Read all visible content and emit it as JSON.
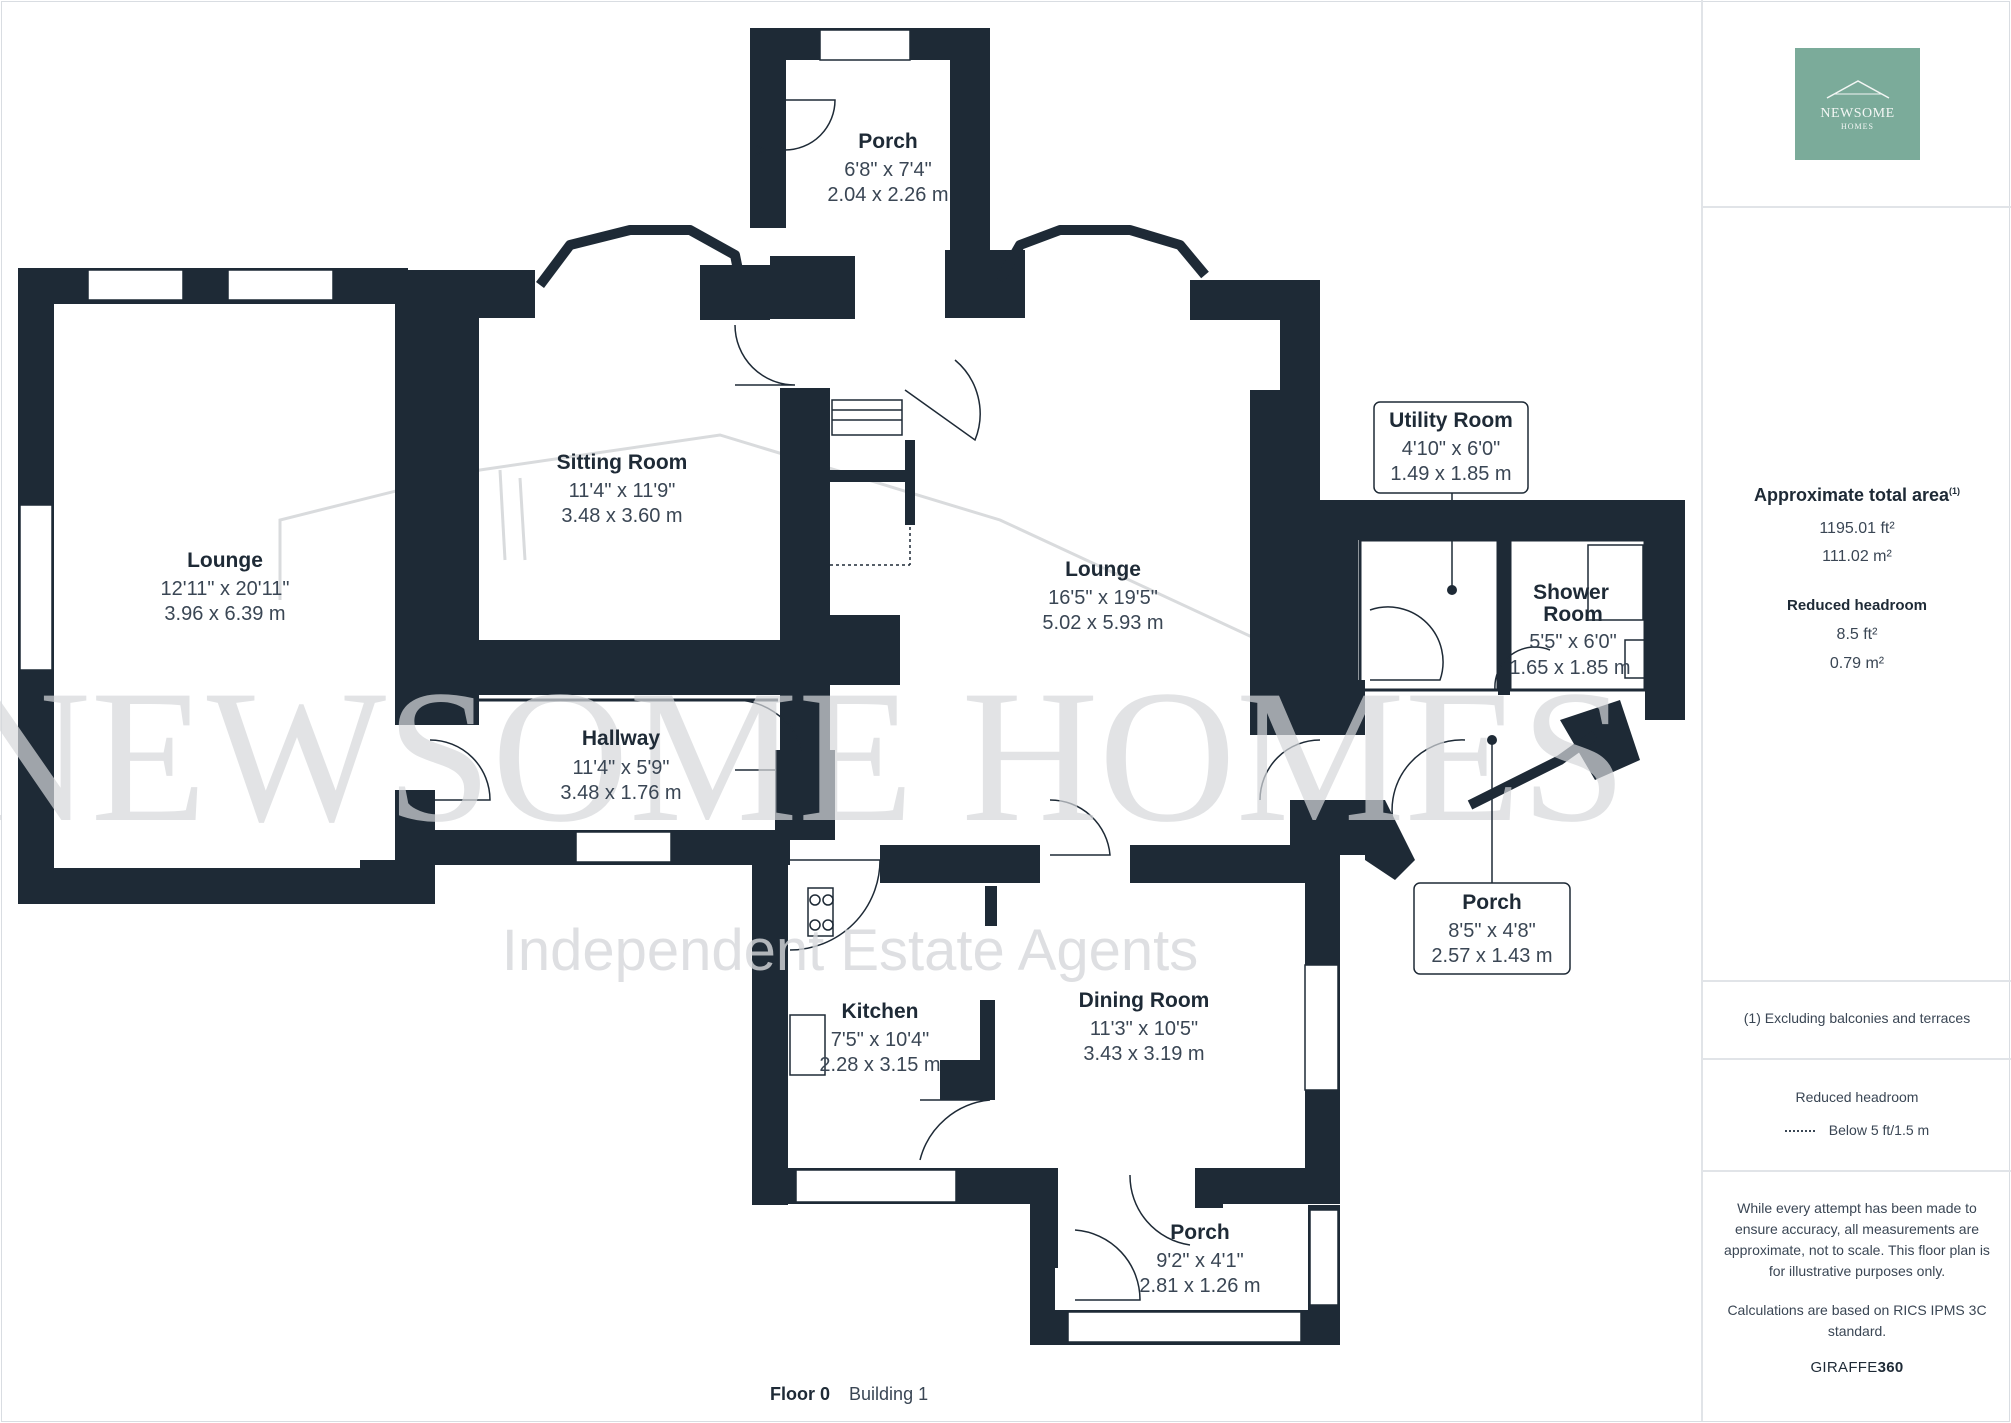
{
  "brand": {
    "name": "NEWSOME",
    "sub": "HOMES",
    "watermark_main": "NEWSOME HOMES",
    "watermark_sub": "Independent Estate Agents",
    "accent_color": "#7bab9a"
  },
  "rooms": [
    {
      "name": "Porch",
      "imperial": "6'8\" x 7'4\"",
      "metric": "2.04 x 2.26 m"
    },
    {
      "name": "Sitting Room",
      "imperial": "11'4\" x 11'9\"",
      "metric": "3.48 x 3.60 m"
    },
    {
      "name": "Lounge",
      "imperial": "12'11\" x 20'11\"",
      "metric": "3.96 x 6.39 m"
    },
    {
      "name": "Lounge",
      "imperial": "16'5\" x 19'5\"",
      "metric": "5.02 x 5.93 m"
    },
    {
      "name": "Utility Room",
      "imperial": "4'10\" x 6'0\"",
      "metric": "1.49 x 1.85 m"
    },
    {
      "name": "Shower",
      "name2": "Room",
      "imperial": "5'5\" x 6'0\"",
      "metric": "1.65 x 1.85 m"
    },
    {
      "name": "Hallway",
      "imperial": "11'4\" x 5'9\"",
      "metric": "3.48 x 1.76 m"
    },
    {
      "name": "Porch",
      "imperial": "8'5\" x 4'8\"",
      "metric": "2.57 x 1.43 m"
    },
    {
      "name": "Kitchen",
      "imperial": "7'5\" x 10'4\"",
      "metric": "2.28 x 3.15 m"
    },
    {
      "name": "Dining Room",
      "imperial": "11'3\" x 10'5\"",
      "metric": "3.43 x 3.19 m"
    },
    {
      "name": "Porch",
      "imperial": "9'2\" x 4'1\"",
      "metric": "2.81 x 1.26 m"
    }
  ],
  "sidebar": {
    "area_title": "Approximate total area",
    "area_sup": "(1)",
    "area_ft": "1195.01 ft²",
    "area_m": "111.02 m²",
    "reduced_title": "Reduced headroom",
    "reduced_ft": "8.5 ft²",
    "reduced_m": "0.79 m²",
    "footnote": "(1) Excluding balconies and terraces",
    "legend_title": "Reduced headroom",
    "legend_text": "Below 5 ft/1.5 m",
    "disclaimer_1": "While every attempt has been made to ensure accuracy, all measurements are approximate, not to scale. This floor plan is for illustrative purposes only.",
    "disclaimer_2": "Calculations are based on RICS IPMS 3C standard.",
    "giraffe_a": "GIRAFFE",
    "giraffe_b": "360"
  },
  "footer": {
    "floor": "Floor 0",
    "building": "Building 1"
  },
  "colors": {
    "wall": "#1e2a36",
    "label": "#1e2a36",
    "dims": "#3a4654"
  }
}
